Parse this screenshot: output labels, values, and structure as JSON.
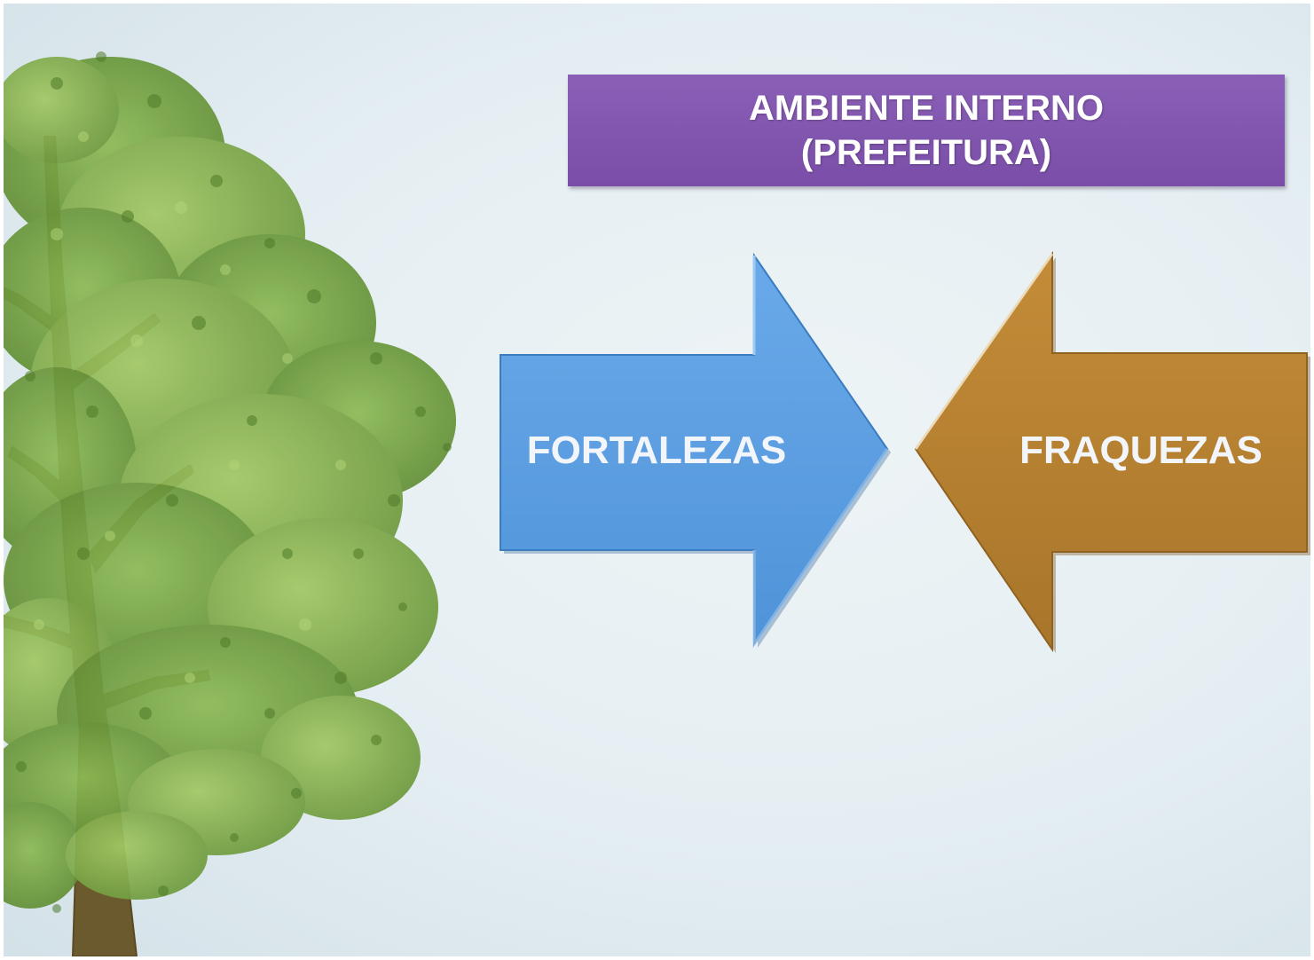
{
  "title": {
    "line1": "AMBIENTE INTERNO",
    "line2": "(PREFEITURA)",
    "color": "#7b4fa8"
  },
  "arrows": {
    "strengths": {
      "label": "FORTALEZAS",
      "direction": "right",
      "color": "#5b9fe0"
    },
    "weaknesses": {
      "label": "FRAQUEZAS",
      "direction": "left",
      "color": "#b8812f"
    }
  },
  "illustration": {
    "name": "tree-icon",
    "foliage_color": "#6d9a3c",
    "trunk_color": "#6b5a2e"
  }
}
